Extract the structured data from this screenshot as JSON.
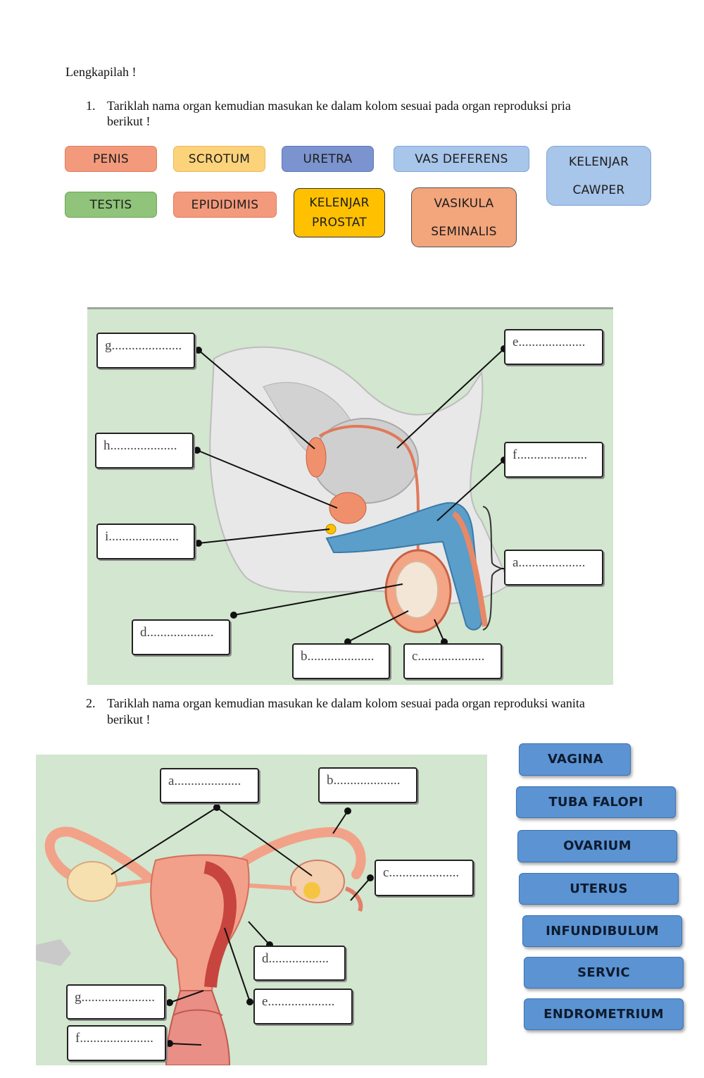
{
  "title": "Lengkapilah !",
  "question1": {
    "number": "1.",
    "text_line1": "Tariklah nama organ kemudian masukan ke dalam kolom sesuai pada organ reproduksi pria",
    "text_line2": "berikut !"
  },
  "male_chips": [
    "PENIS",
    "SCROTUM",
    "URETRA",
    "VAS DEFERENS",
    "KELENJAR\nCAWPER",
    "TESTIS",
    "EPIDIDIMIS",
    "KELENJAR\nPROSTAT",
    "VASIKULA\nSEMINALIS"
  ],
  "male_labels": [
    "g.....................",
    "h....................",
    "i.....................",
    "d....................",
    "e....................",
    "f.....................",
    "a....................",
    "b....................",
    "c...................."
  ],
  "question2": {
    "number": "2.",
    "text_line1": "Tariklah nama organ kemudian masukan ke dalam kolom sesuai pada organ reproduksi wanita",
    "text_line2": "berikut !"
  },
  "female_chips": [
    "VAGINA",
    "TUBA FALOPI",
    "OVARIUM",
    "UTERUS",
    "INFUNDIBULUM",
    "SERVIC",
    "ENDROMETRIUM"
  ],
  "female_labels": [
    "a....................",
    "b....................",
    "c.....................",
    "d..................",
    "e....................",
    "g......................",
    "f......................"
  ],
  "colors": {
    "diagram_bg": "#d3e6cf",
    "female_chip": "#5b93d3",
    "penis": "#f39a7c",
    "scrotum": "#fcd37b",
    "uretra": "#7b93cf",
    "vas_deferens": "#a8c5ea",
    "kelenjar_cawper": "#a8c5ea",
    "testis": "#8fc47a",
    "epididimis": "#f39a7c",
    "kelenjar_prostat": "#ffc000",
    "vasikula_seminalis": "#f3a57c"
  }
}
